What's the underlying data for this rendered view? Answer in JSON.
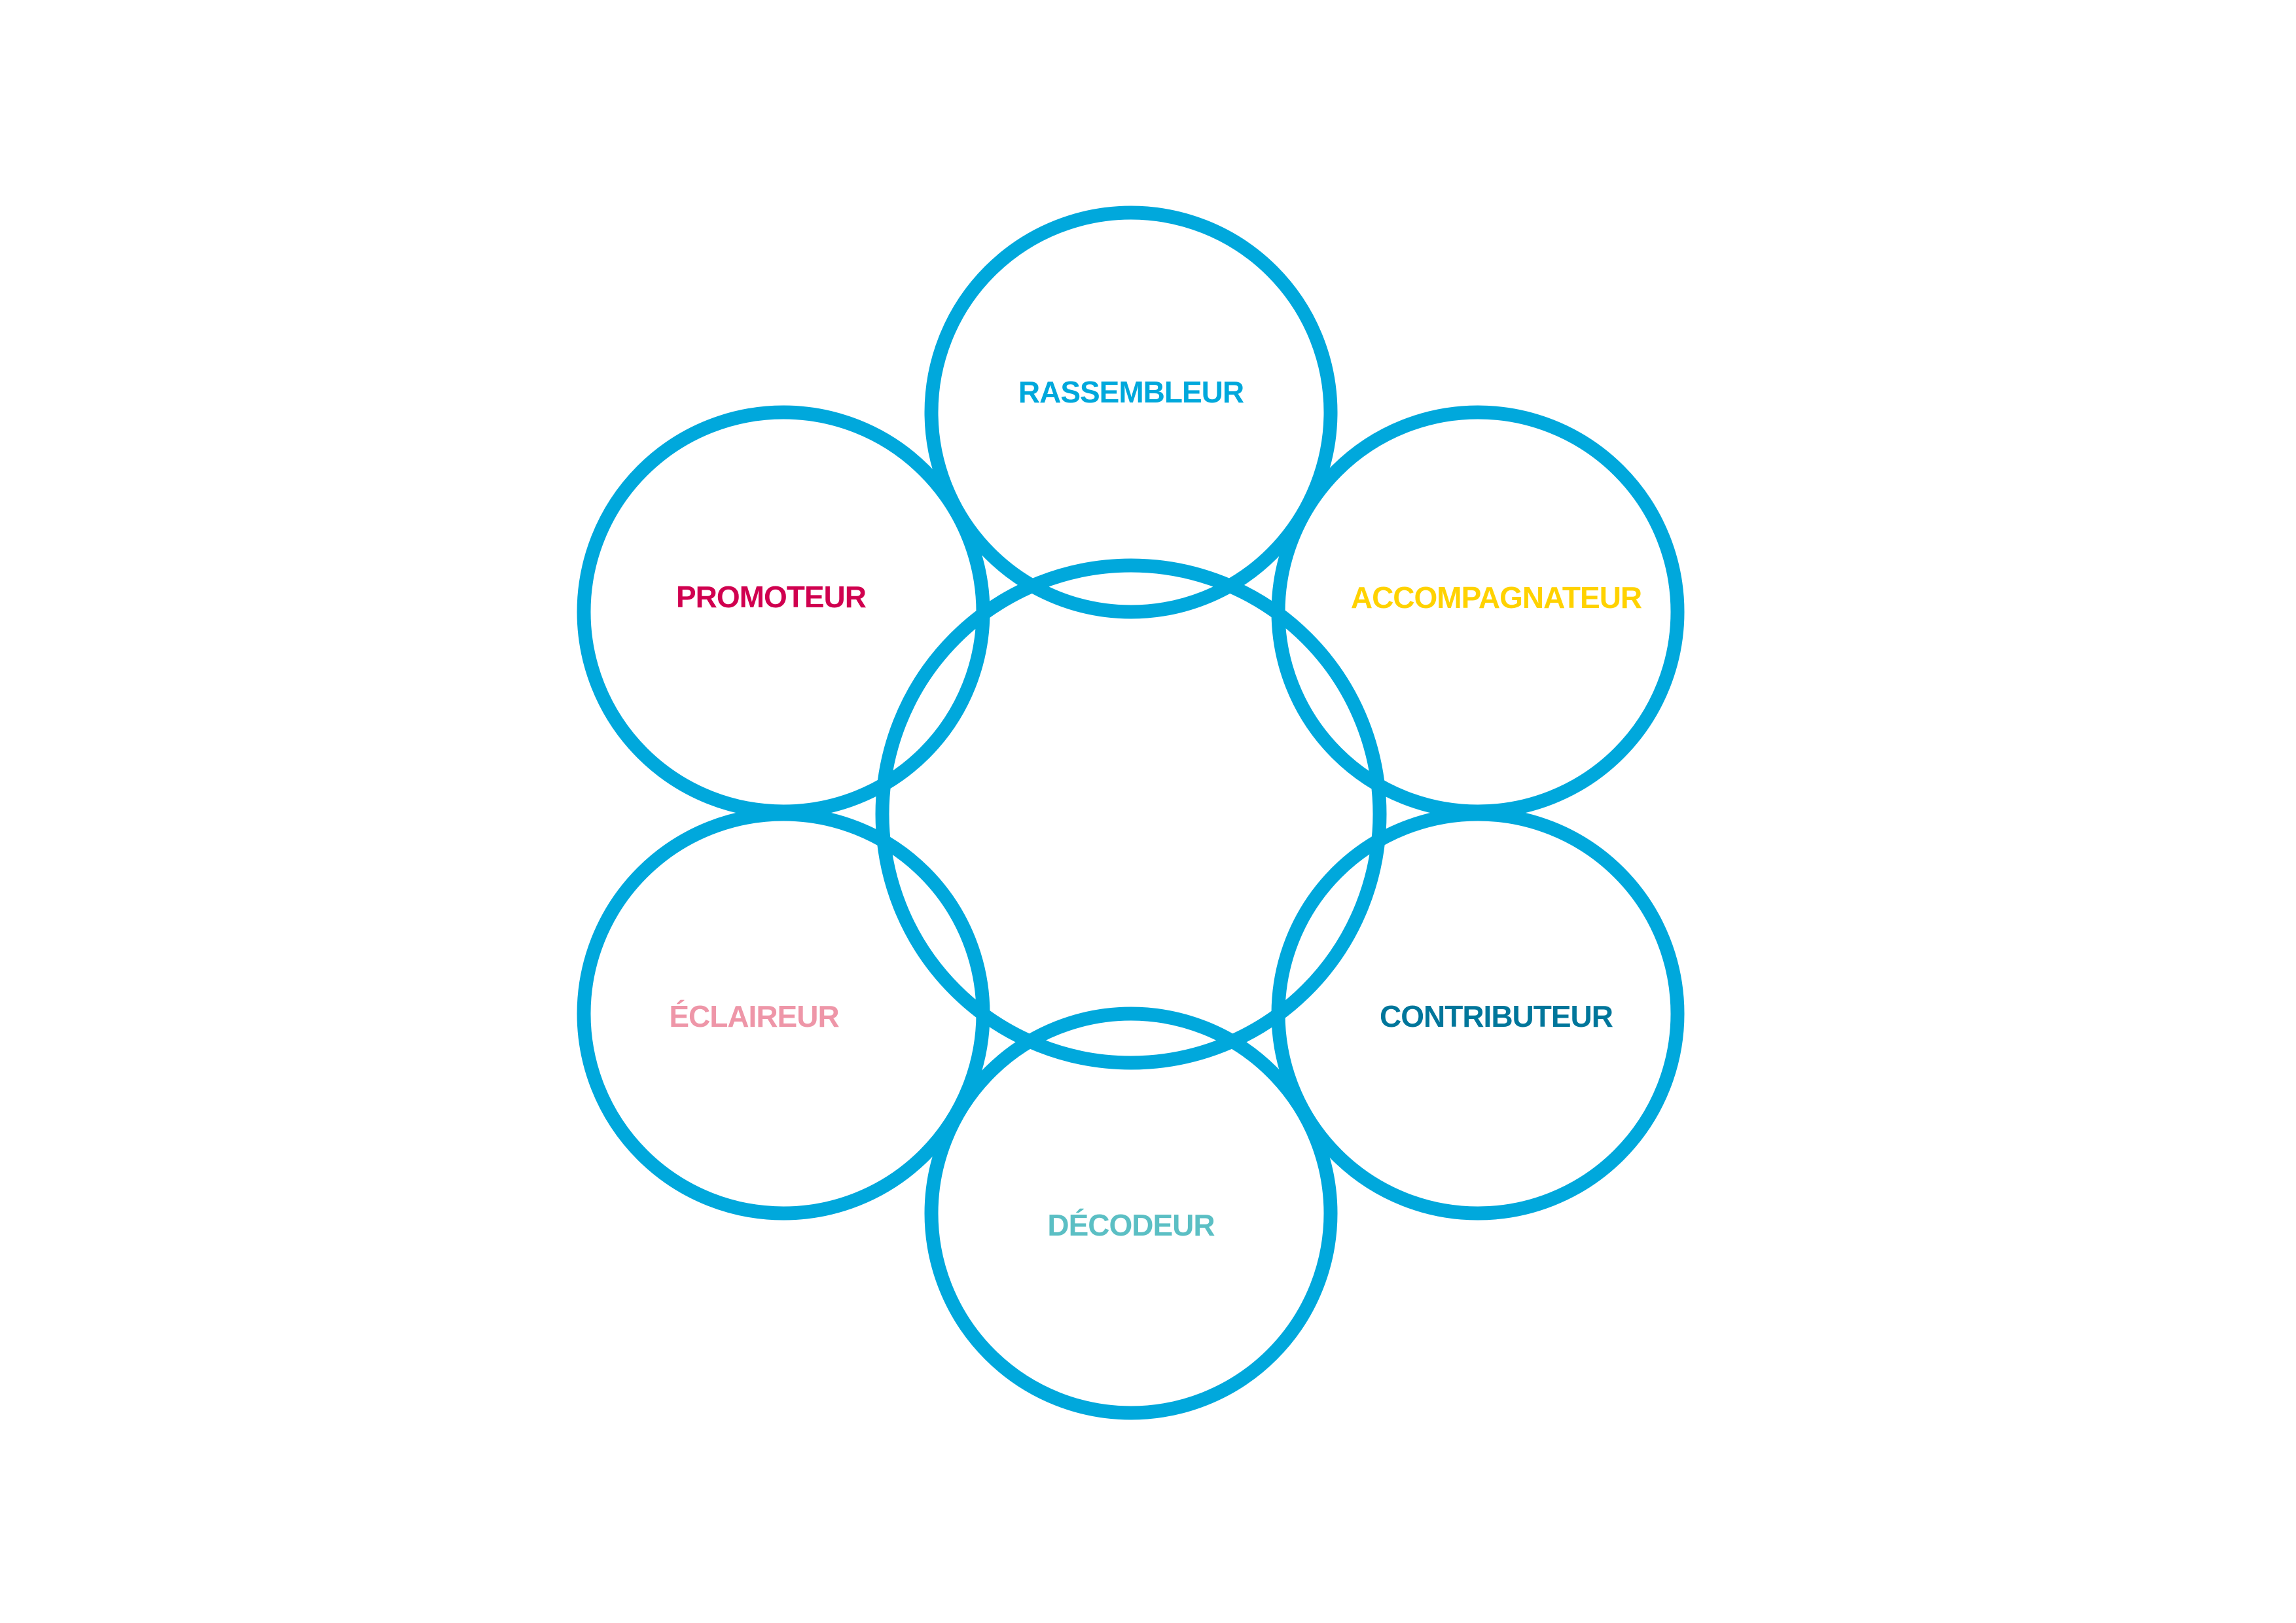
{
  "diagram": {
    "ring_color": "#00a8dc",
    "roles": [
      {
        "key": "rassembleur",
        "label": "RASSEMBLEUR",
        "color": "#00a8dc"
      },
      {
        "key": "accompagnateur",
        "label": "ACCOMPAGNATEUR",
        "color": "#ffd200"
      },
      {
        "key": "contributeur",
        "label": "CONTRIBUTEUR",
        "color": "#00769b"
      },
      {
        "key": "decodeur",
        "label": "DÉCODEUR",
        "color": "#5bbfc4"
      },
      {
        "key": "eclaireur",
        "label": "ÉCLAIREUR",
        "color": "#ee96a8"
      },
      {
        "key": "promoteur",
        "label": "PROMOTEUR",
        "color": "#d0004f"
      }
    ]
  }
}
